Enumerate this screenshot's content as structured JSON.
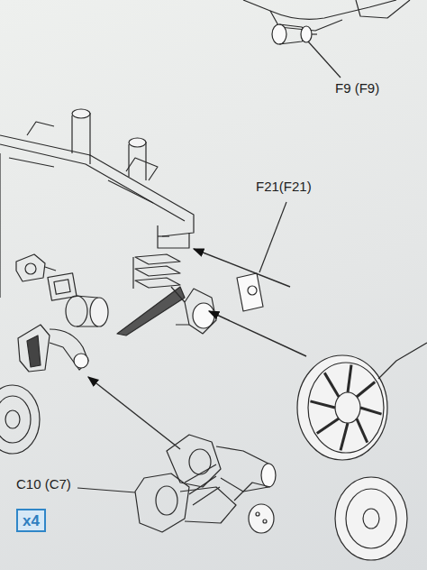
{
  "diagram": {
    "nodes": [
      {
        "text": [
          "x4"
        ]
      }
    ],
    "labels": [
      "F9 (F9)",
      "F21(F21)",
      "C10 (C7)"
    ]
  }
}
